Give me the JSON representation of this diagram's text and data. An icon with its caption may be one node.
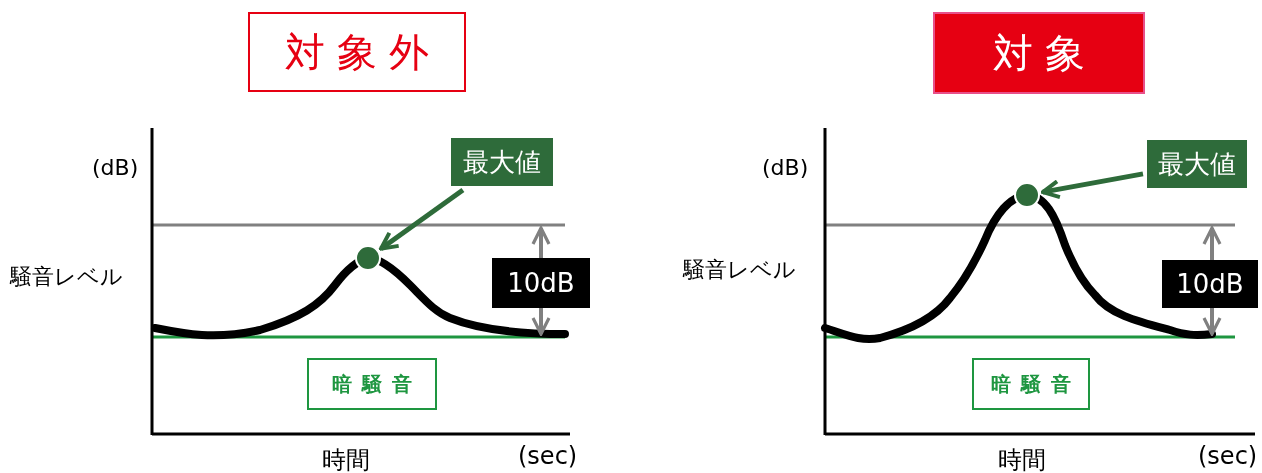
{
  "diagram": {
    "nodes": [
      {
        "text": [
          "対象外"
        ]
      },
      {
        "text": [
          "対象"
        ]
      },
      {
        "text": [
          "最大値"
        ]
      },
      {
        "text": [],
        "shape": "circle"
      },
      {
        "text": [
          "10dB"
        ]
      },
      {
        "text": [
          "暗騒音"
        ]
      },
      {
        "text": [
          "最大値"
        ]
      },
      {
        "text": [],
        "shape": "circle"
      },
      {
        "text": [
          "10dB"
        ]
      },
      {
        "text": [
          "暗騒音"
        ]
      }
    ],
    "edges": [
      {
        "from": 2,
        "to": 3,
        "arrow": "to"
      },
      {
        "from": 6,
        "to": 7,
        "arrow": "to"
      }
    ],
    "labels": [
      "(dB)",
      "騒音レベル",
      "時間",
      "(sec)",
      "(dB)",
      "騒音レベル",
      "時間",
      "(sec)"
    ]
  }
}
